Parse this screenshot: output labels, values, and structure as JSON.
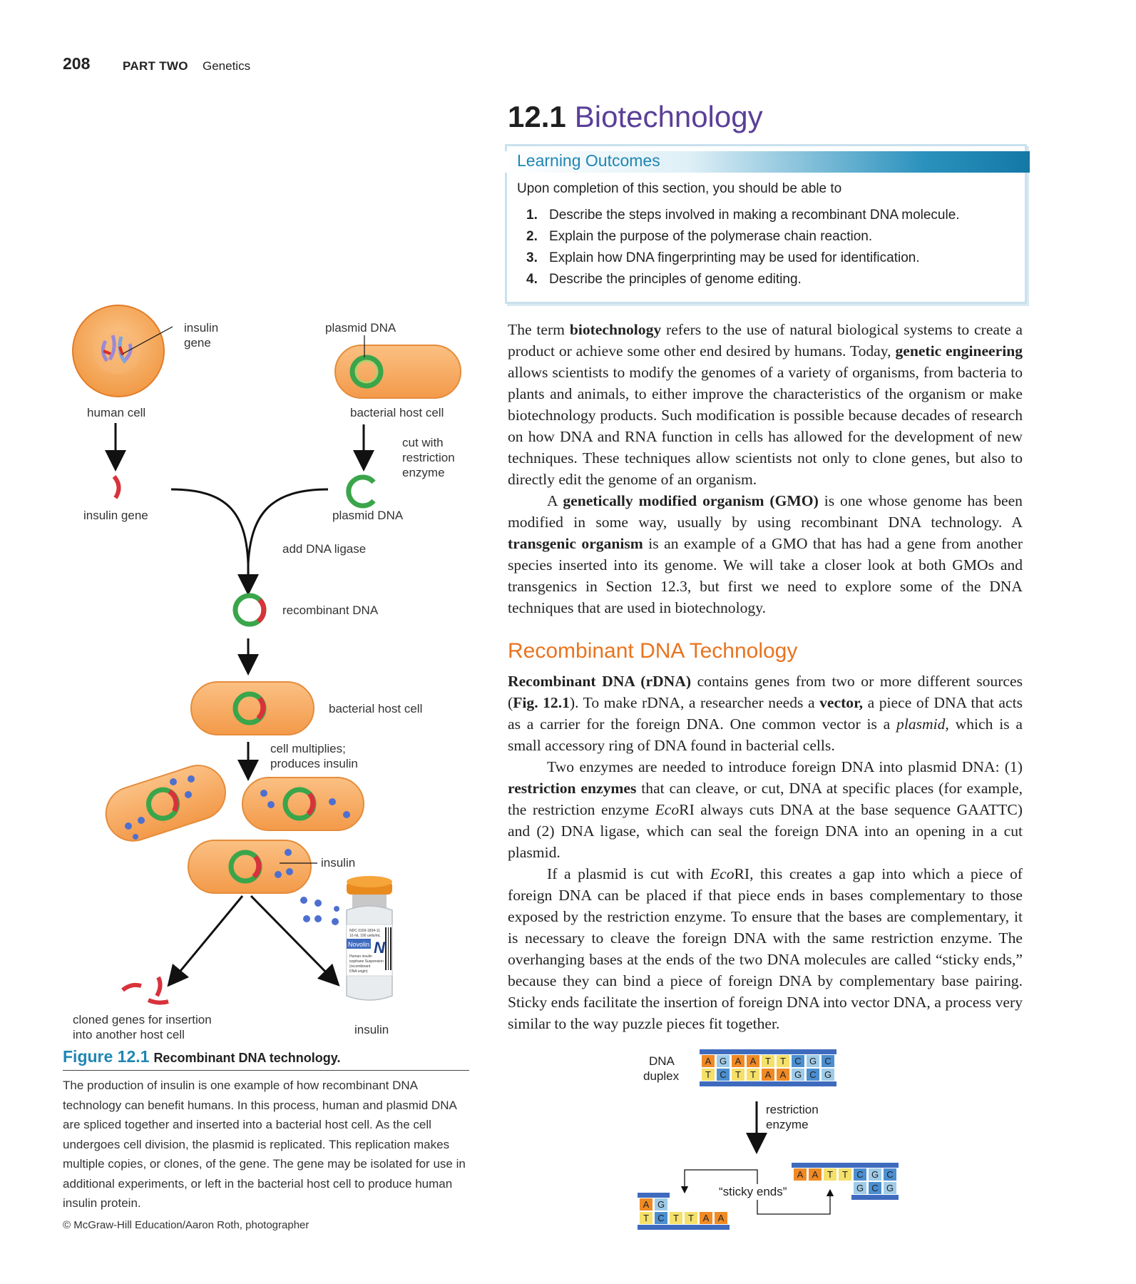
{
  "header": {
    "page_number": "208",
    "part_label": "PART TWO",
    "part_title": "Genetics"
  },
  "section": {
    "number": "12.1",
    "title": "Biotechnology"
  },
  "learning_outcomes": {
    "title": "Learning Outcomes",
    "intro": "Upon completion of this section, you should be able to",
    "items": [
      {
        "num": "1.",
        "text": "Describe the steps involved in making a recombinant DNA molecule."
      },
      {
        "num": "2.",
        "text": "Explain the purpose of the polymerase chain reaction."
      },
      {
        "num": "3.",
        "text": "Explain how DNA fingerprinting may be used for identification."
      },
      {
        "num": "4.",
        "text": "Describe the principles of genome editing."
      }
    ]
  },
  "intro_paragraphs": {
    "p1": {
      "a": "The term ",
      "b": "biotechnology",
      "c": " refers to the use of natural biological systems to create a product or achieve some other end desired by humans. Today, ",
      "d": "genetic engineering",
      "e": " allows scientists to modify the genomes of a variety of organisms, from bacteria to plants and animals, to either improve the characteristics of the organism or make biotechnology products. Such modification is possible because decades of research on how DNA and RNA function in cells has allowed for the development of new techniques. These techniques allow scientists not only to clone genes, but also to directly edit the genome of an organism."
    },
    "p2": {
      "a": "A ",
      "b": "genetically modified organism (GMO)",
      "c": " is one whose genome has been modified in some way, usually by using recombinant DNA technology. A ",
      "d": "transgenic organism",
      "e": " is an example of a GMO that has had a gene from another species inserted into its genome. We will take a closer look at both GMOs and transgenics in Section 12.3, but first we need to explore some of the DNA techniques that are used in biotechnology."
    }
  },
  "subsection": {
    "title": "Recombinant DNA Technology",
    "p1": {
      "a": "Recombinant DNA (rDNA)",
      "b": " contains genes from two or more different sources (",
      "c": "Fig. 12.1",
      "d": "). To make rDNA, a researcher needs a ",
      "e": "vector,",
      "f": " a piece of DNA that acts as a carrier for the foreign DNA. One common vector is a ",
      "g": "plasmid,",
      "h": " which is a small accessory ring of DNA found in bacterial cells."
    },
    "p2": {
      "a": "Two enzymes are needed to introduce foreign DNA into plasmid DNA: (1) ",
      "b": "restriction enzymes",
      "c": " that can cleave, or cut, DNA at specific places (for example, the restriction enzyme ",
      "d": "Eco",
      "e": "RI always cuts DNA at the base sequence GAATTC) and (2) DNA ligase, which can seal the foreign DNA into an opening in a cut plasmid."
    },
    "p3": {
      "a": "If a plasmid is cut with ",
      "b": "Eco",
      "c": "RI, this creates a gap into which a piece of foreign DNA can be placed if that piece ends in bases complementary to those exposed by the restriction enzyme. To ensure that the bases are complementary, it is necessary to cleave the foreign DNA with the same restriction enzyme. The overhanging bases at the ends of the two DNA molecules are called “sticky ends,” because they can bind a piece of foreign DNA by complementary base pairing. Sticky ends facilitate the insertion of foreign DNA into vector DNA, a process very similar to the way puzzle pieces fit together."
    }
  },
  "figure": {
    "labels": {
      "insulin_gene_top": "insulin",
      "insulin_gene_top2": "gene",
      "plasmid_dna_top": "plasmid DNA",
      "human_cell": "human cell",
      "bacterial_host_cell_top": "bacterial host cell",
      "cut_with_1": "cut with",
      "cut_with_2": "restriction",
      "cut_with_3": "enzyme",
      "insulin_gene": "insulin gene",
      "plasmid_dna": "plasmid DNA",
      "add_ligase": "add DNA ligase",
      "recombinant_dna": "recombinant DNA",
      "bacterial_host_cell": "bacterial host cell",
      "multiplies_1": "cell multiplies;",
      "multiplies_2": "produces insulin",
      "insulin_side": "insulin",
      "cloned_1": "cloned genes for insertion",
      "cloned_2": "into another host cell",
      "insulin_bottom": "insulin",
      "vial_brand": "Novolin",
      "vial_letter": "N",
      "vial_ndc": "NDC 0169-1834-11",
      "vial_volume": "10 mL   100 units/mL",
      "vial_desc1": "Human insulin",
      "vial_desc2": "isophane Suspension",
      "vial_desc3": "(recombinant",
      "vial_desc4": "DNA origin)"
    },
    "number": "Figure 12.1",
    "title": "Recombinant DNA technology.",
    "description": "The production of insulin is one example of how recombinant DNA technology can benefit humans. In this process, human and plasmid DNA are spliced together and inserted into a bacterial host cell. As the cell undergoes cell division, the plasmid is replicated. This replication makes multiple copies, or clones, of the gene. The gene may be isolated for use in additional experiments, or left in the bacterial host cell to produce human insulin protein.",
    "credit": "© McGraw-Hill Education/Aaron Roth, photographer"
  },
  "dna_diagram": {
    "duplex_label_1": "DNA",
    "duplex_label_2": "duplex",
    "top_strand": [
      "A",
      "G",
      "A",
      "A",
      "T",
      "T",
      "C",
      "G",
      "C"
    ],
    "bottom_strand": [
      "T",
      "C",
      "T",
      "T",
      "A",
      "A",
      "G",
      "C",
      "G"
    ],
    "enzyme_label_1": "restriction",
    "enzyme_label_2": "enzyme",
    "sticky_ends_label": "“sticky ends”",
    "left_top": [
      "A",
      "G"
    ],
    "left_bottom": [
      "T",
      "C",
      "T",
      "T",
      "A",
      "A"
    ],
    "right_top": [
      "A",
      "A",
      "T",
      "T",
      "C",
      "G",
      "C"
    ],
    "right_bottom": [
      "G",
      "C",
      "G"
    ],
    "colors": {
      "A": "#f08a24",
      "G": "#9fcbe8",
      "T": "#f5e06a",
      "C": "#4b8fd0",
      "backbone": "#3f6bbf"
    }
  }
}
